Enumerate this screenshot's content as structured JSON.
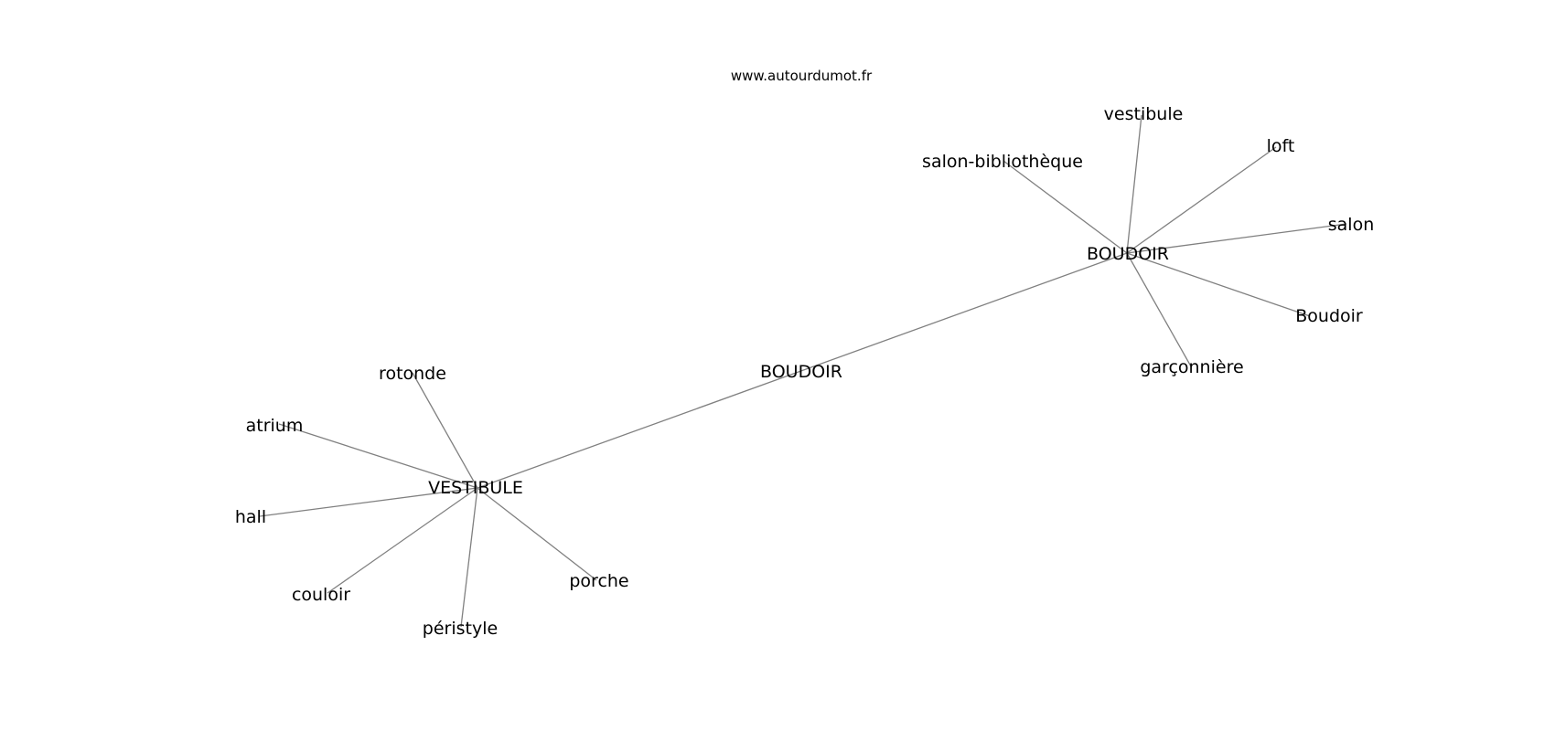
{
  "watermark": "www.autourdumot.fr",
  "colors": {
    "edge": "#808080",
    "text": "#000000",
    "background": "#ffffff"
  },
  "center": {
    "label": "BOUDOIR"
  },
  "hubs": [
    {
      "id": "boudoir",
      "label": "BOUDOIR",
      "neighbors": [
        "vestibule",
        "loft",
        "salon-bibliothèque",
        "salon",
        "Boudoir",
        "garçonnière"
      ]
    },
    {
      "id": "vestibule",
      "label": "VESTIBULE",
      "neighbors": [
        "rotonde",
        "atrium",
        "hall",
        "couloir",
        "péristyle",
        "porche"
      ]
    }
  ]
}
